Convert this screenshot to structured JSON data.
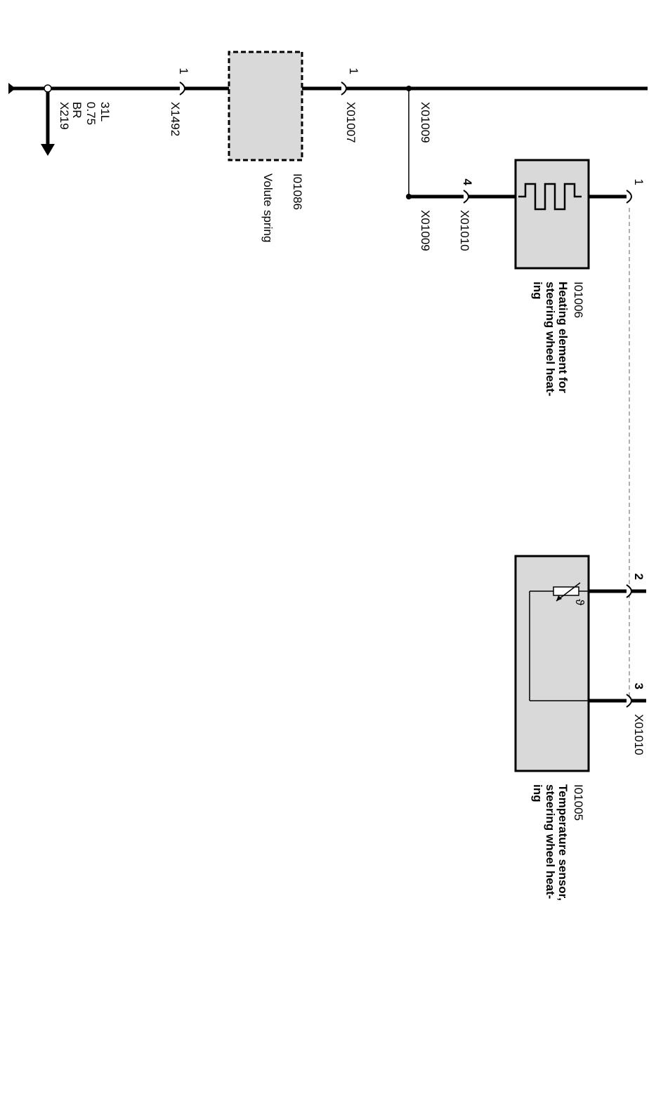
{
  "colors": {
    "wire": "#000000",
    "component_fill": "#d9d9d9",
    "shield": "#999999"
  },
  "ground": {
    "connector": "X219",
    "wire_code": "31L",
    "cross_section": "0.75",
    "color_code": "BR"
  },
  "connectors": {
    "x1492": {
      "id": "X1492",
      "pin": "1"
    },
    "x01007": {
      "id": "X01007",
      "pin": "1"
    },
    "x01009_top": {
      "id": "X01009"
    },
    "x01009_branch": {
      "id": "X01009"
    },
    "x01010_heater": {
      "id": "X01010",
      "pin": "4"
    },
    "x01010_pin1": {
      "pin": "1"
    },
    "x01010_pin2": {
      "pin": "2"
    },
    "x01010_pin3": {
      "id": "X01010",
      "pin": "3"
    }
  },
  "components": {
    "volute_spring": {
      "id": "I01086",
      "name": "Volute spring"
    },
    "heating_element": {
      "id": "I01006",
      "name_lines": [
        "Heating element for",
        "steering wheel heat-",
        "ing"
      ]
    },
    "temperature_sensor": {
      "id": "I01005",
      "name_lines": [
        "Temperature sensor,",
        "steering wheel heat-",
        "ing"
      ],
      "symbol": "ϑ"
    }
  }
}
